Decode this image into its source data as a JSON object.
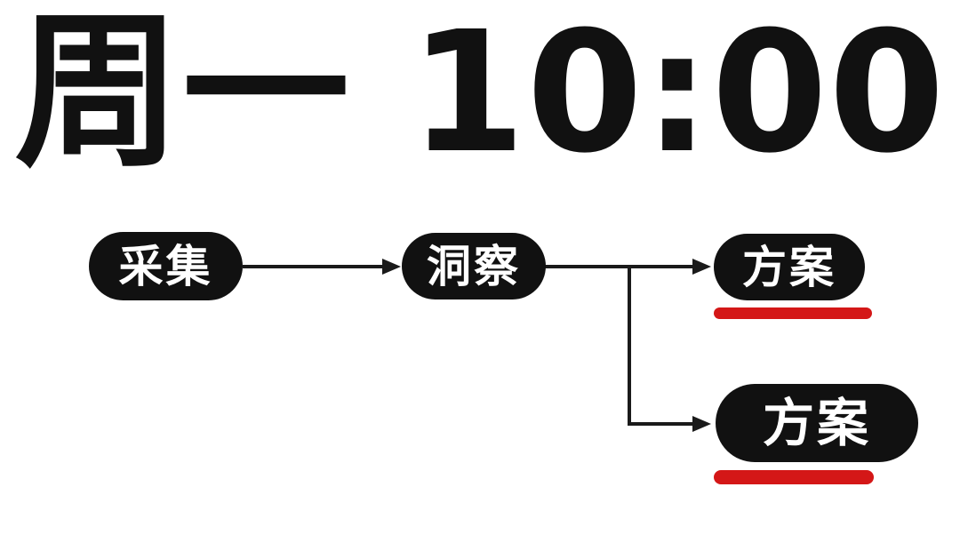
{
  "page": {
    "background_color": "#ffffff"
  },
  "title": {
    "text": "周一 10:00",
    "color": "#111111"
  },
  "flowchart": {
    "colors": {
      "node_background": "#111111",
      "node_text": "#ffffff",
      "connector": "#1a1a1a",
      "underline": "#d41717"
    },
    "nodes": [
      {
        "id": "collect",
        "label": "采集",
        "underlined": false
      },
      {
        "id": "insight",
        "label": "洞察",
        "underlined": false
      },
      {
        "id": "plan-top",
        "label": "方案",
        "underlined": true
      },
      {
        "id": "plan-bottom",
        "label": "方案",
        "underlined": true
      }
    ],
    "edges": [
      {
        "from": "collect",
        "to": "insight"
      },
      {
        "from": "insight",
        "to": "plan-top"
      },
      {
        "from": "insight",
        "to": "plan-bottom"
      }
    ]
  }
}
